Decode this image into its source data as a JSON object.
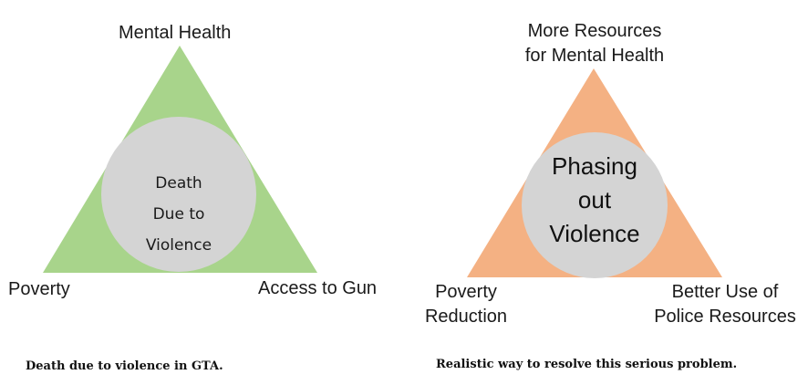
{
  "colors": {
    "left_triangle": "#a8d48b",
    "right_triangle": "#f4b183",
    "circle": "#d4d4d4",
    "text": "#1a1a1a"
  },
  "left_diagram": {
    "top_label": "Mental Health",
    "bottom_left_label": "Poverty",
    "bottom_right_label": "Access to Gun",
    "center_lines": [
      "Death",
      "Due to",
      "Violence"
    ],
    "caption": "Death due to violence in GTA."
  },
  "right_diagram": {
    "top_label_lines": [
      "More Resources",
      "for Mental Health"
    ],
    "bottom_left_lines": [
      "Poverty",
      "Reduction"
    ],
    "bottom_right_lines": [
      "Better Use of",
      "Police Resources"
    ],
    "center_lines": [
      "Phasing",
      "out",
      "Violence"
    ],
    "caption": "Realistic way to resolve this serious problem."
  }
}
